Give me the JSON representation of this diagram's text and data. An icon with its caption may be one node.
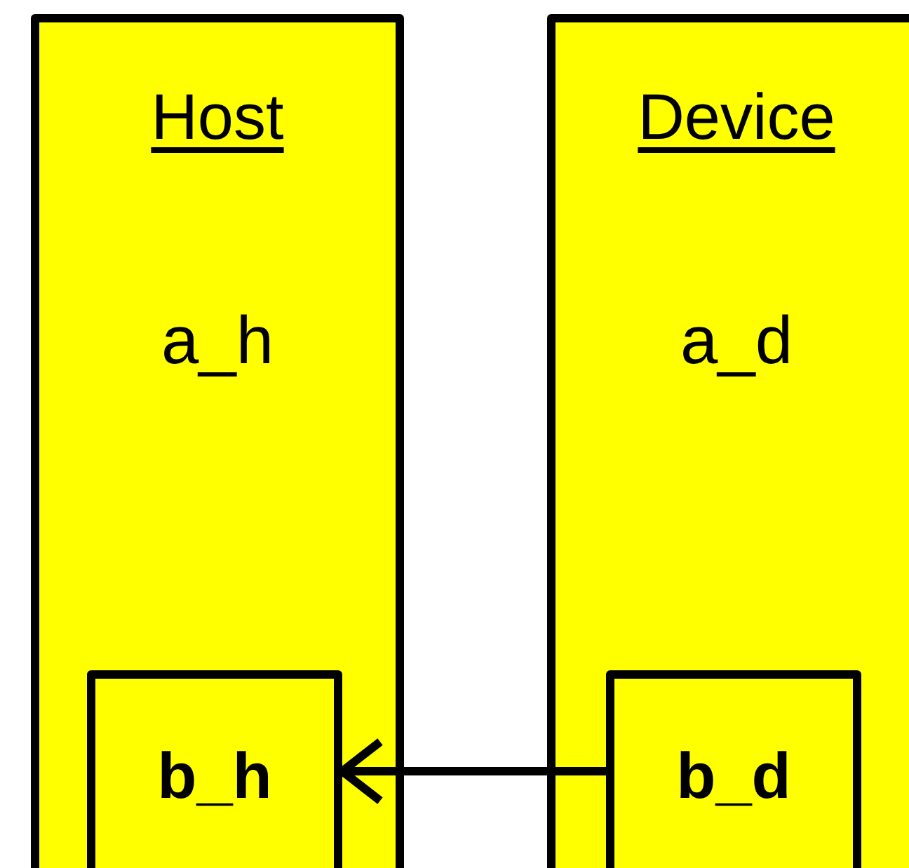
{
  "diagram": {
    "nodes": [
      {
        "text": [
          "Host",
          "a_h"
        ]
      },
      {
        "text": [
          "b_h"
        ],
        "in": 0
      },
      {
        "text": [
          "Device",
          "a_d"
        ]
      },
      {
        "text": [
          "b_d"
        ],
        "in": 2
      }
    ],
    "edges": [
      {
        "from": 3,
        "to": 1,
        "arrow": "to"
      }
    ]
  }
}
